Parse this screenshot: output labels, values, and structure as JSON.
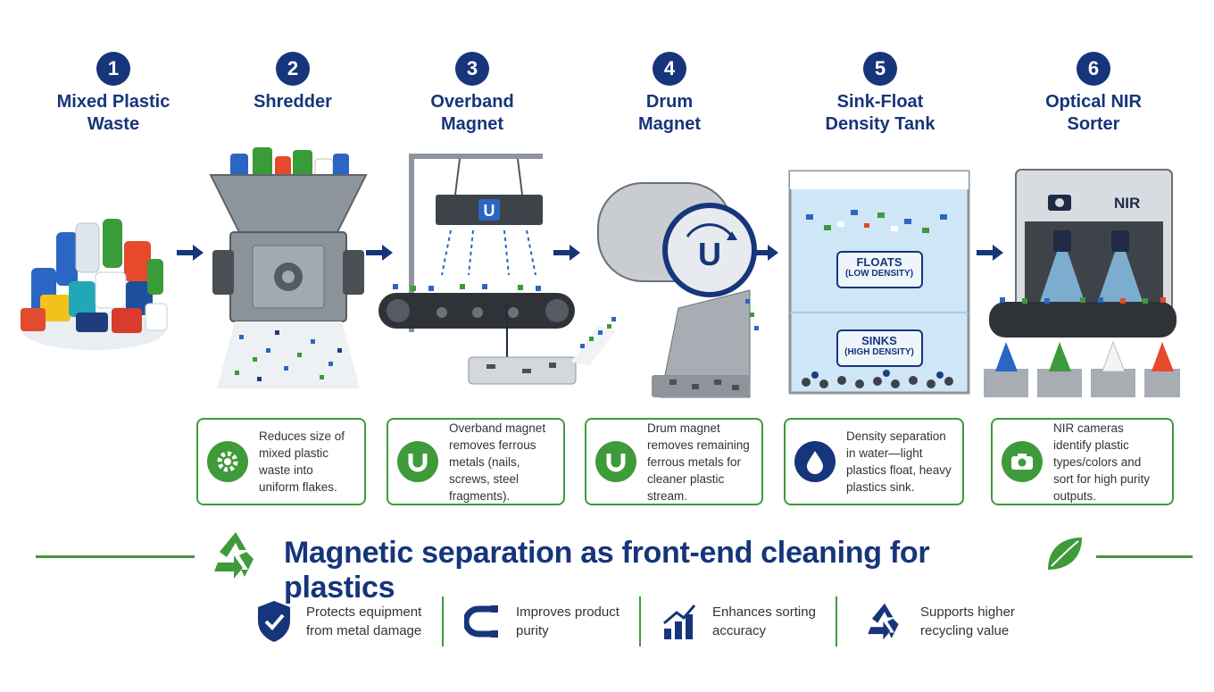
{
  "steps": [
    {
      "num": "1",
      "title": "Mixed Plastic\nWaste"
    },
    {
      "num": "2",
      "title": "Shredder"
    },
    {
      "num": "3",
      "title": "Overband\nMagnet"
    },
    {
      "num": "4",
      "title": "Drum\nMagnet"
    },
    {
      "num": "5",
      "title": "Sink-Float\nDensity Tank"
    },
    {
      "num": "6",
      "title": "Optical NIR\nSorter"
    }
  ],
  "tank_labels": {
    "floats": "FLOATS",
    "floats_sub": "(LOW DENSITY)",
    "sinks": "SINKS",
    "sinks_sub": "(HIGH DENSITY)"
  },
  "nir_label": "NIR",
  "cards": [
    {
      "icon": "gear-icon",
      "text": "Reduces size of mixed plastic waste into uniform flakes."
    },
    {
      "icon": "magnet-icon",
      "text": "Overband magnet removes ferrous metals (nails, screws, steel fragments)."
    },
    {
      "icon": "magnet-icon",
      "text": "Drum magnet removes remaining ferrous metals for cleaner plastic stream."
    },
    {
      "icon": "water-drop-icon",
      "text": "Density separation in water—light plastics float, heavy plastics sink."
    },
    {
      "icon": "camera-icon",
      "text": "NIR cameras identify plastic types/colors and sort for high purity outputs."
    }
  ],
  "banner": {
    "title": "Magnetic separation as front-end cleaning for plastics"
  },
  "benefits": [
    {
      "icon": "shield-icon",
      "text": "Protects equipment from metal damage"
    },
    {
      "icon": "magnet-icon",
      "text": "Improves product purity"
    },
    {
      "icon": "bar-chart-icon",
      "text": "Enhances sorting accuracy"
    },
    {
      "icon": "recycle-icon",
      "text": "Supports higher recycling value"
    }
  ],
  "colors": {
    "navy": "#16357a",
    "green": "#3f9a3a",
    "steel": "#8e949b",
    "water": "#cfe6f7"
  }
}
